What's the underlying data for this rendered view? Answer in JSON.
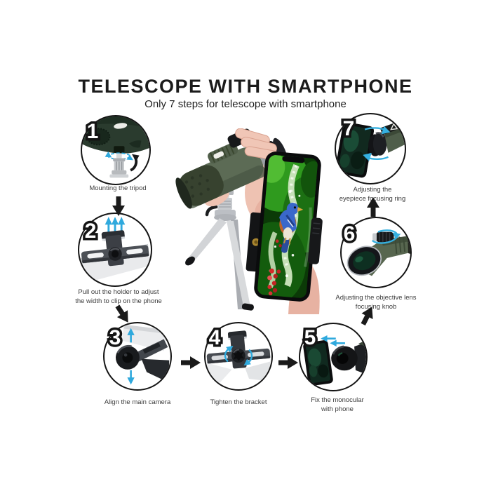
{
  "header": {
    "title": "TELESCOPE WITH SMARTPHONE",
    "subtitle": "Only 7 steps for telescope with smartphone"
  },
  "steps": [
    {
      "num": "1",
      "caption_l1": "Mounting the tripod",
      "caption_l2": ""
    },
    {
      "num": "2",
      "caption_l1": "Pull out the holder to adjust",
      "caption_l2": "the width to clip on the phone"
    },
    {
      "num": "3",
      "caption_l1": "Align the main camera",
      "caption_l2": ""
    },
    {
      "num": "4",
      "caption_l1": "Tighten the bracket",
      "caption_l2": ""
    },
    {
      "num": "5",
      "caption_l1": "Fix the monocular",
      "caption_l2": "with phone"
    },
    {
      "num": "6",
      "caption_l1": "Adjusting the objective lens",
      "caption_l2": "focusing knob"
    },
    {
      "num": "7",
      "caption_l1": "Adjusting the",
      "caption_l2": "eyepiece focusing ring"
    }
  ],
  "flow_arrows": [
    {
      "from": "1",
      "to": "2",
      "direction": "down"
    },
    {
      "from": "2",
      "to": "3",
      "direction": "down-right"
    },
    {
      "from": "3",
      "to": "4",
      "direction": "right"
    },
    {
      "from": "4",
      "to": "5",
      "direction": "right"
    },
    {
      "from": "5",
      "to": "6",
      "direction": "up-right"
    },
    {
      "from": "6",
      "to": "7",
      "direction": "up"
    }
  ],
  "colors": {
    "accent_cyan": "#2fa9dd",
    "flow_arrow_black": "#1a1a1a",
    "caption_gray": "#3b3b3b",
    "monocular_green": "#5c6b55",
    "armor_dark_green": "#37422f",
    "phone_screen_green": "#11291f",
    "bird_blue": "#3a68ca",
    "bird_breast_orange": "#bc6328",
    "berry_red": "#d42a2a",
    "foliage_green": "#2f9a1e",
    "skin_tone": "#eec2b2",
    "tripod_silver": "#c9ccd0"
  }
}
